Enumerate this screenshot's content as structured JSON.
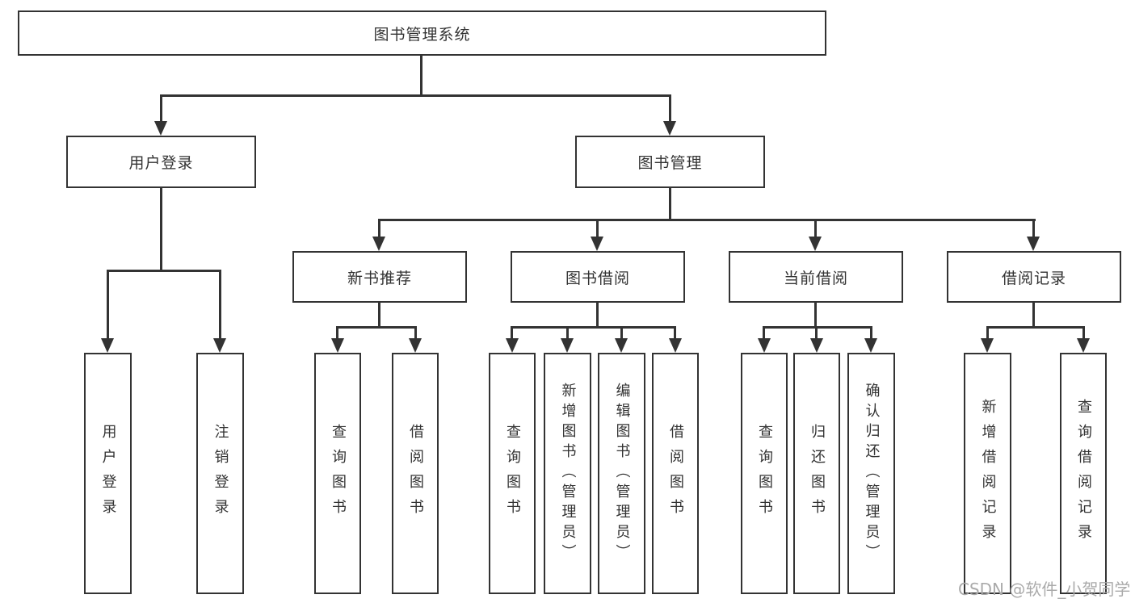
{
  "diagram": {
    "type": "hierarchy-tree",
    "title": "图书管理系统",
    "nodes": {
      "root": "图书管理系统",
      "user_login": "用户登录",
      "book_management": "图书管理",
      "new_book_recommend": "新书推荐",
      "book_borrow": "图书借阅",
      "current_borrow": "当前借阅",
      "borrow_records": "借阅记录",
      "leaves": {
        "user_login": "用户登录",
        "logout": "注销登录",
        "nbr_query_book": "查询图书",
        "nbr_borrow_book": "借阅图书",
        "bb_query_book": "查询图书",
        "bb_add_book": "新增图书（管理员）",
        "bb_edit_book": "编辑图书（管理员）",
        "bb_borrow_book": "借阅图书",
        "cb_query_book": "查询图书",
        "cb_return_book": "归还图书",
        "cb_confirm_return": "确认归还（管理员）",
        "br_add_record": "新增借阅记录",
        "br_query_record": "查询借阅记录"
      }
    },
    "edges": [
      {
        "from": "图书管理系统",
        "to": [
          "用户登录",
          "图书管理"
        ]
      },
      {
        "from": "用户登录",
        "to": [
          "用户登录",
          "注销登录"
        ]
      },
      {
        "from": "图书管理",
        "to": [
          "新书推荐",
          "图书借阅",
          "当前借阅",
          "借阅记录"
        ]
      },
      {
        "from": "新书推荐",
        "to": [
          "查询图书",
          "借阅图书"
        ]
      },
      {
        "from": "图书借阅",
        "to": [
          "查询图书",
          "新增图书（管理员）",
          "编辑图书（管理员）",
          "借阅图书"
        ]
      },
      {
        "from": "当前借阅",
        "to": [
          "查询图书",
          "归还图书",
          "确认归还（管理员）"
        ]
      },
      {
        "from": "借阅记录",
        "to": [
          "新增借阅记录",
          "查询借阅记录"
        ]
      }
    ],
    "colors": {
      "line": "#333333",
      "text": "#333333",
      "background": "#ffffff",
      "watermark": "#aaaaaa"
    },
    "watermark": "CSDN @软件_小贺同学"
  }
}
